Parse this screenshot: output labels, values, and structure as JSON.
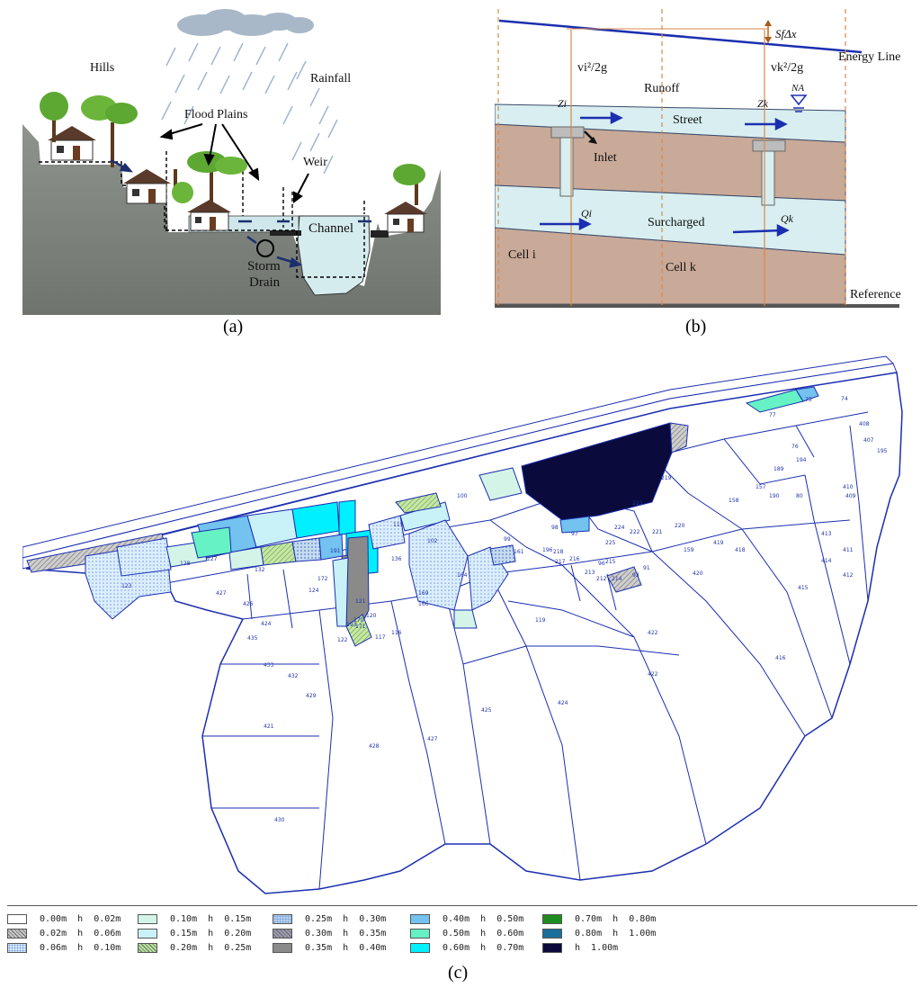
{
  "captions": {
    "a": "(a)",
    "b": "(b)",
    "c": "(c)"
  },
  "panel_a": {
    "labels": {
      "hills": "Hills",
      "rainfall": "Rainfall",
      "flood_plains": "Flood Plains",
      "weir": "Weir",
      "channel": "Channel",
      "storm_drain_line1": "Storm",
      "storm_drain_line2": "Drain"
    }
  },
  "panel_b": {
    "labels": {
      "sf_dx": "SfΔx",
      "energy_line": "Energy Line",
      "vi": "vi²/2g",
      "vk": "vk²/2g",
      "runoff": "Runoff",
      "zi": "Zi",
      "zk": "Zk",
      "na": "NA",
      "street": "Street",
      "inlet": "Inlet",
      "qi": "Qi",
      "qk": "Qk",
      "surcharged": "Surcharged",
      "cell_i": "Cell i",
      "cell_k": "Cell k",
      "reference": "Reference"
    }
  },
  "panel_c": {
    "cell_labels": [
      "123",
      "427",
      "426",
      "424",
      "435",
      "433",
      "432",
      "429",
      "421",
      "430",
      "428",
      "427",
      "425",
      "424",
      "422",
      "422",
      "416",
      "415",
      "414",
      "412",
      "411",
      "413",
      "410",
      "409",
      "408",
      "407",
      "195",
      "194",
      "76",
      "77",
      "75",
      "74",
      "80",
      "190",
      "189",
      "157",
      "158",
      "159",
      "91",
      "93",
      "96",
      "97",
      "98",
      "99",
      "100",
      "102",
      "115",
      "116",
      "117",
      "119",
      "120",
      "121",
      "122",
      "124",
      "127",
      "128",
      "132",
      "136",
      "161",
      "164",
      "166",
      "169",
      "170",
      "171",
      "172",
      "191",
      "193",
      "196",
      "212",
      "213",
      "214",
      "215",
      "216",
      "217",
      "218",
      "219",
      "220",
      "221",
      "222",
      "223",
      "224",
      "225",
      "419",
      "418",
      "420"
    ],
    "water_depth_legend": [
      {
        "range": "0.00m  h  0.02m",
        "color": "#ffffff",
        "pattern": "none"
      },
      {
        "range": "0.02m  h  0.06m",
        "color": "#c8c8c8",
        "pattern": "hatch"
      },
      {
        "range": "0.06m  h  0.10m",
        "color": "#d8eaff",
        "pattern": "dots"
      },
      {
        "range": "0.10m  h  0.15m",
        "color": "#d4f4e8",
        "pattern": "none"
      },
      {
        "range": "0.15m  h  0.20m",
        "color": "#c9f1f8",
        "pattern": "none"
      },
      {
        "range": "0.20m  h  0.25m",
        "color": "#b7e59a",
        "pattern": "hatch"
      },
      {
        "range": "0.25m  h  0.30m",
        "color": "#b7d2ee",
        "pattern": "dots"
      },
      {
        "range": "0.30m  h  0.35m",
        "color": "#9a9ab2",
        "pattern": "hatch"
      },
      {
        "range": "0.35m  h  0.40m",
        "color": "#8a8a8a",
        "pattern": "none"
      },
      {
        "range": "0.40m  h  0.50m",
        "color": "#73c2ef",
        "pattern": "none"
      },
      {
        "range": "0.50m  h  0.60m",
        "color": "#66f2c4",
        "pattern": "none"
      },
      {
        "range": "0.60m  h  0.70m",
        "color": "#00f0ff",
        "pattern": "none"
      },
      {
        "range": "0.70m  h  0.80m",
        "color": "#1e8c1e",
        "pattern": "none"
      },
      {
        "range": "0.80m  h  1.00m",
        "color": "#1a6f9a",
        "pattern": "none"
      },
      {
        "range": "h  1.00m",
        "color": "#0a0a3c",
        "pattern": "none"
      }
    ]
  }
}
